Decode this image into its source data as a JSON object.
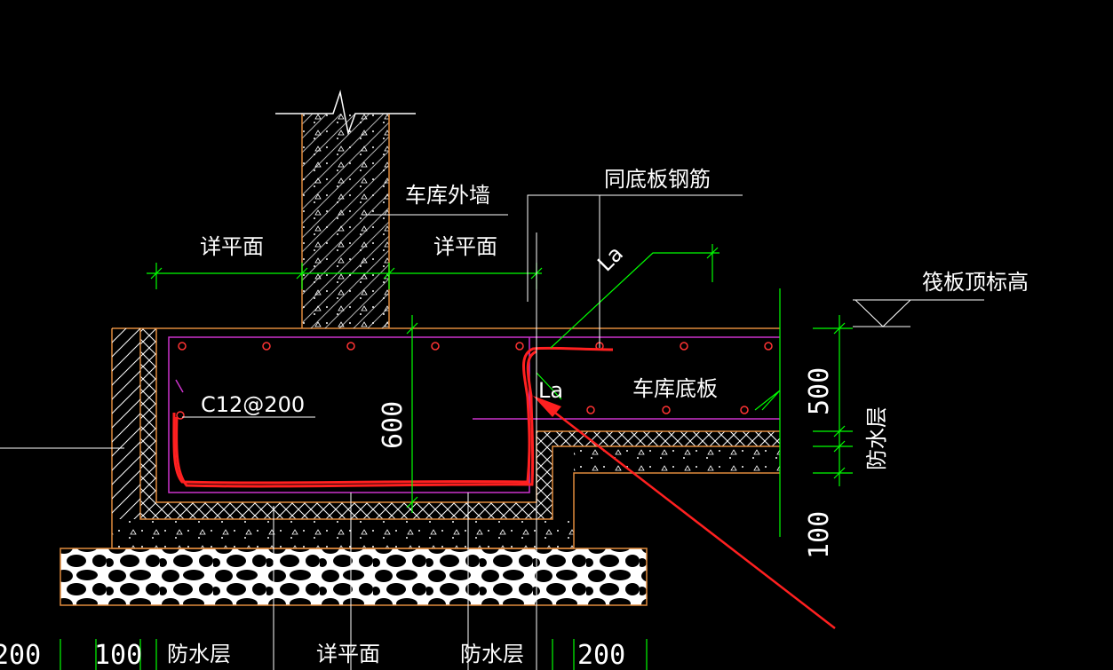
{
  "labels": {
    "garage_outer_wall": "车库外墙",
    "same_as_bottom_rebar": "同底板钢筋",
    "see_plan_left": "详平面",
    "see_plan_right": "详平面",
    "see_plan_bottom": "详平面",
    "raft_top_elevation": "筏板顶标高",
    "rebar_spec": "C12@200",
    "garage_bottom_slab": "车库底板",
    "anchor_length_top": "La",
    "anchor_length_mid": "La",
    "waterproof_right": "防水层",
    "waterproof_bottom_left": "防水层",
    "waterproof_bottom_mid": "防水层"
  },
  "dimensions": {
    "pit_depth": "600",
    "slab_thickness": "500",
    "cushion": "100",
    "bottom_left_200": "200",
    "bottom_left_100": "100",
    "bottom_right_200": "200"
  },
  "colors": {
    "background": "#000000",
    "concrete_outline": "#e08a3c",
    "dimension_line": "#00ff00",
    "rebar_magenta": "#cc33cc",
    "rebar_bar": "#ff3333",
    "annotation_red": "#ff2020",
    "text": "#ffffff"
  }
}
